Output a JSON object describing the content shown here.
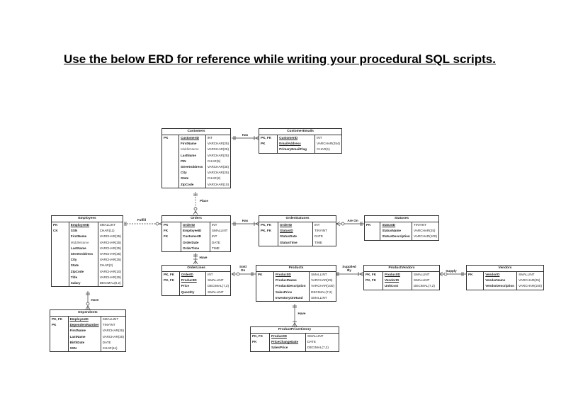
{
  "heading": "Use the below ERD for reference while writing your procedural SQL scripts.",
  "tables": {
    "customers": {
      "title": "Customers",
      "rows": [
        {
          "key": "PK",
          "field": "CustomerID",
          "type": "INT"
        },
        {
          "key": "",
          "field": "FirstName",
          "type": "VARCHAR(25)"
        },
        {
          "key": "",
          "field": "MiddleName",
          "type": "VARCHAR(25)"
        },
        {
          "key": "",
          "field": "LastName",
          "type": "VARCHAR(25)"
        },
        {
          "key": "",
          "field": "PIN",
          "type": "CHAR(5)"
        },
        {
          "key": "",
          "field": "StreetAddress",
          "type": "VARCHAR(35)"
        },
        {
          "key": "",
          "field": "City",
          "type": "VARCHAR(25)"
        },
        {
          "key": "",
          "field": "State",
          "type": "CHAR(2)"
        },
        {
          "key": "",
          "field": "ZipCode",
          "type": "VARCHAR(10)"
        }
      ]
    },
    "customer_emails": {
      "title": "CustomerEmails",
      "rows": [
        {
          "key": "PK, FK",
          "field": "CustomerID",
          "type": "INT"
        },
        {
          "key": "PK",
          "field": "EmailAddress",
          "type": "VARCHAR(254)"
        },
        {
          "key": "",
          "field": "PrimaryEmailFlag",
          "type": "CHAR(1)"
        }
      ]
    },
    "employees": {
      "title": "Employees",
      "rows": [
        {
          "key": "PK",
          "field": "EmployeeID",
          "type": "SMALLINT"
        },
        {
          "key": "CK",
          "field": "SSN",
          "type": "CHAR(11)"
        },
        {
          "key": "",
          "field": "FirstName",
          "type": "VARCHAR(25)"
        },
        {
          "key": "",
          "field": "MiddleName",
          "type": "VARCHAR(25)"
        },
        {
          "key": "",
          "field": "LastName",
          "type": "VARCHAR(25)"
        },
        {
          "key": "",
          "field": "StreetAddress",
          "type": "VARCHAR(35)"
        },
        {
          "key": "",
          "field": "City",
          "type": "VARCHAR(25)"
        },
        {
          "key": "",
          "field": "State",
          "type": "CHAR(2)"
        },
        {
          "key": "",
          "field": "ZipCode",
          "type": "VARCHAR(10)"
        },
        {
          "key": "",
          "field": "Title",
          "type": "VARCHAR(25)"
        },
        {
          "key": "",
          "field": "Salary",
          "type": "DECIMAL(8,2)"
        }
      ]
    },
    "orders": {
      "title": "Orders",
      "rows": [
        {
          "key": "PK",
          "field": "OrderID",
          "type": "INT"
        },
        {
          "key": "FK",
          "field": "EmployeeID",
          "type": "SMALLINT"
        },
        {
          "key": "FK",
          "field": "CustomerID",
          "type": "INT"
        },
        {
          "key": "",
          "field": "OrderDate",
          "type": "DATE"
        },
        {
          "key": "",
          "field": "OrderTime",
          "type": "TIME"
        }
      ]
    },
    "order_statuses": {
      "title": "OrderStatuses",
      "rows": [
        {
          "key": "PK, FK",
          "field": "OrderID",
          "type": "INT"
        },
        {
          "key": "PK, FK",
          "field": "StatusID",
          "type": "TINYINT"
        },
        {
          "key": "",
          "field": "StatusDate",
          "type": "DATE"
        },
        {
          "key": "",
          "field": "StatusTime",
          "type": "TIME"
        }
      ]
    },
    "statuses": {
      "title": "Statuses",
      "rows": [
        {
          "key": "PK",
          "field": "StatusID",
          "type": "TINYINT"
        },
        {
          "key": "",
          "field": "StatusName",
          "type": "VARCHAR(25)"
        },
        {
          "key": "",
          "field": "StatusDescription",
          "type": "VARCHAR(100)"
        }
      ]
    },
    "order_lines": {
      "title": "OrderLines",
      "rows": [
        {
          "key": "PK, FK",
          "field": "OrderID",
          "type": "INT"
        },
        {
          "key": "PK, FK",
          "field": "ProductID",
          "type": "SMALLINT"
        },
        {
          "key": "",
          "field": "Price",
          "type": "DECIMAL(7,2)"
        },
        {
          "key": "",
          "field": "Quantity",
          "type": "SMALLINT"
        }
      ]
    },
    "products": {
      "title": "Products",
      "rows": [
        {
          "key": "PK",
          "field": "ProductID",
          "type": "SMALLINT"
        },
        {
          "key": "",
          "field": "ProductName",
          "type": "VARCHAR(25)"
        },
        {
          "key": "",
          "field": "ProductDescription",
          "type": "VARCHAR(100)"
        },
        {
          "key": "",
          "field": "SalesPrice",
          "type": "DECIMAL(7,2)"
        },
        {
          "key": "",
          "field": "InventoryOnHand",
          "type": "SMALLINT"
        }
      ]
    },
    "product_vendors": {
      "title": "ProductVendors",
      "rows": [
        {
          "key": "PK, FK",
          "field": "ProductID",
          "type": "SMALLINT"
        },
        {
          "key": "PK, FK",
          "field": "VendorID",
          "type": "SMALLINT"
        },
        {
          "key": "",
          "field": "UnitCost",
          "type": "DECIMAL(7,2)"
        }
      ]
    },
    "vendors": {
      "title": "Vendors",
      "rows": [
        {
          "key": "PK",
          "field": "VendorID",
          "type": "SMALLINT"
        },
        {
          "key": "",
          "field": "VendorName",
          "type": "VARCHAR(25)"
        },
        {
          "key": "",
          "field": "VendorDescription",
          "type": "VARCHAR(100)"
        }
      ]
    },
    "dependents": {
      "title": "Dependents",
      "rows": [
        {
          "key": "PK, FK",
          "field": "EmployeeID",
          "type": "SMALLINT"
        },
        {
          "key": "PK",
          "field": "DependentNumber",
          "type": "TINYINT"
        },
        {
          "key": "",
          "field": "FirstName",
          "type": "VARCHAR(25)"
        },
        {
          "key": "",
          "field": "LastName",
          "type": "VARCHAR(25)"
        },
        {
          "key": "",
          "field": "BirthDate",
          "type": "DATE"
        },
        {
          "key": "",
          "field": "SSN",
          "type": "CHAR(11)"
        }
      ]
    },
    "product_price_history": {
      "title": "ProductPriceHistory",
      "rows": [
        {
          "key": "PK, FK",
          "field": "ProductID",
          "type": "SMALLINT"
        },
        {
          "key": "PK",
          "field": "PriceChangeDate",
          "type": "DATE"
        },
        {
          "key": "",
          "field": "SalesPrice",
          "type": "DECIMAL(7,2)"
        }
      ]
    }
  },
  "relationships": {
    "has_emails": "Has",
    "place": "Place",
    "fulfill": "Fulfill",
    "has_statuses": "Has",
    "are_on": "Are On",
    "has_lines": "Have",
    "sold_on": "Sold On",
    "supplied_by": "Supplied By",
    "supply": "Supply",
    "has_dependents": "Have",
    "has_price_history": "Have"
  }
}
